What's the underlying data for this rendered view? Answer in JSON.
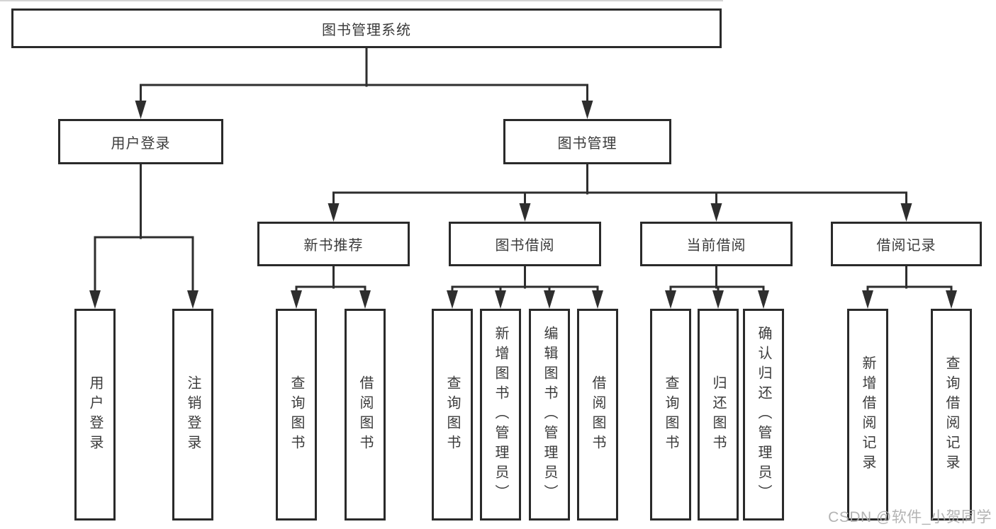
{
  "tree": {
    "label": "图书管理系统",
    "children": [
      {
        "label": "用户登录",
        "children": [
          {
            "label": "用户登录"
          },
          {
            "label": "注销登录"
          }
        ]
      },
      {
        "label": "图书管理",
        "children": [
          {
            "label": "新书推荐",
            "children": [
              {
                "label": "查询图书"
              },
              {
                "label": "借阅图书"
              }
            ]
          },
          {
            "label": "图书借阅",
            "children": [
              {
                "label": "查询图书"
              },
              {
                "label": "新增图书（管理员）"
              },
              {
                "label": "编辑图书（管理员）"
              },
              {
                "label": "借阅图书"
              }
            ]
          },
          {
            "label": "当前借阅",
            "children": [
              {
                "label": "查询图书"
              },
              {
                "label": "归还图书"
              },
              {
                "label": "确认归还（管理员）"
              }
            ]
          },
          {
            "label": "借阅记录",
            "children": [
              {
                "label": "新增借阅记录"
              },
              {
                "label": "查询借阅记录"
              }
            ]
          }
        ]
      }
    ]
  },
  "watermark": {
    "text": "CSDN @软件_小贺同学"
  },
  "palette": {
    "connector_line": "#2e2e2e",
    "box_border": "#2a2a2a",
    "text": "#3b3b3b",
    "watermark": "#acacac",
    "background": "#ffffff"
  }
}
